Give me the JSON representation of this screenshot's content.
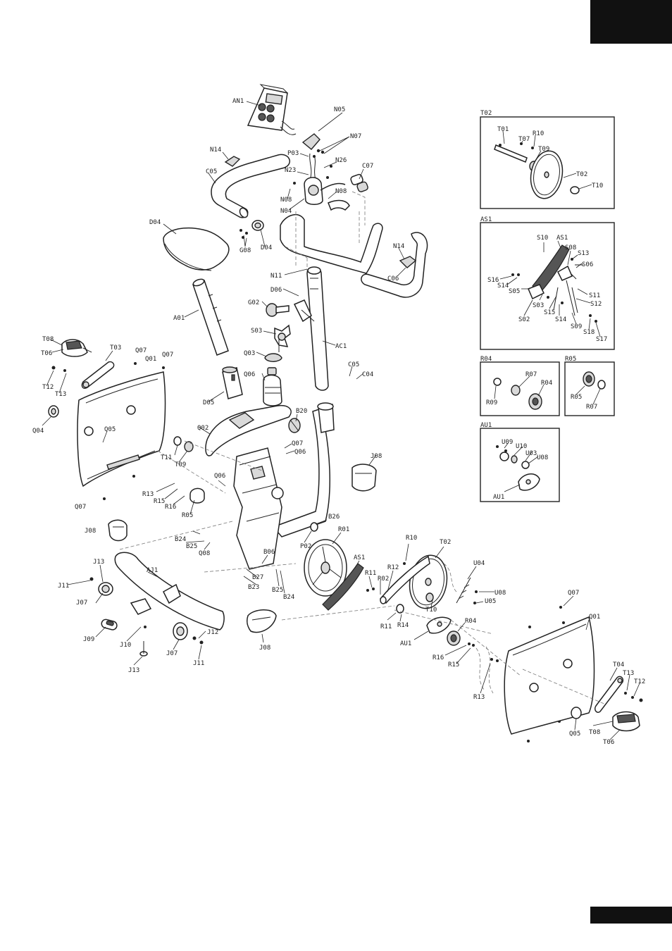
{
  "insets": {
    "t02": "T02",
    "as1": "AS1",
    "r04": "R04",
    "r05": "R05",
    "au1": "AU1"
  },
  "labels": {
    "an1": "AN1",
    "n05": "N05",
    "n07": "N07",
    "p03": "P03",
    "n26": "N26",
    "n23": "N23",
    "c07": "C07",
    "n14a": "N14",
    "c05a": "C05",
    "n08a": "N08",
    "n08b": "N08",
    "n04": "N04",
    "d04": "D04",
    "g08": "G08",
    "d04b": "D04",
    "n14b": "N14",
    "c06": "C06",
    "n11": "N11",
    "d06": "D06",
    "a01": "A01",
    "g02": "G02",
    "s03": "S03",
    "ac1": "AC1",
    "t08": "T08",
    "t06": "T06",
    "t03": "T03",
    "q07a": "Q07",
    "q07b": "Q07",
    "q01a": "Q01",
    "t12a": "T12",
    "t13a": "T13",
    "q03": "Q03",
    "q06": "Q06",
    "c05b": "C05",
    "c04": "C04",
    "q04": "Q04",
    "q05a": "Q05",
    "d05": "D05",
    "b20": "B20",
    "q02": "Q02",
    "q07c": "Q07",
    "q06b": "Q06",
    "t11": "T11",
    "t09": "T09",
    "j08a": "J08",
    "q06c": "Q06",
    "r13a": "R13",
    "r15a": "R15",
    "r16a": "R16",
    "r05": "R05",
    "q07d": "Q07",
    "b26": "B26",
    "j08b": "J08",
    "b24a": "B24",
    "b25a": "B25",
    "p02": "P02",
    "r01": "R01",
    "q08": "Q08",
    "r10": "R10",
    "t02": "T02",
    "as1": "AS1",
    "b06": "B06",
    "j13a": "J13",
    "aj1": "AJ1",
    "b27": "B27",
    "b23": "B23",
    "r11a": "R11",
    "r12": "R12",
    "u04": "U04",
    "j11a": "J11",
    "r02": "R02",
    "u08": "U08",
    "u05": "U05",
    "b25b": "B25",
    "b24b": "B24",
    "t10": "T10",
    "j07a": "J07",
    "r11b": "R11",
    "r14": "R14",
    "q07e": "Q07",
    "j09": "J09",
    "j10": "J10",
    "j12": "J12",
    "au1": "AU1",
    "r04": "R04",
    "q01b": "Q01",
    "j07b": "J07",
    "j08c": "J08",
    "r16b": "R16",
    "r15b": "R15",
    "j13b": "J13",
    "j11b": "J11",
    "r13b": "R13",
    "t04": "T04",
    "t13b": "T13",
    "t12b": "T12",
    "q05b": "Q05",
    "t08b": "T08",
    "t06b": "T06"
  },
  "inset_labels": {
    "t01": "T01",
    "t07": "T07",
    "r10": "R10",
    "t09": "T09",
    "t02": "T02",
    "t10": "T10",
    "s10": "S10",
    "as1": "AS1",
    "s08": "S08",
    "s13": "S13",
    "s06": "S06",
    "s16": "S16",
    "s14a": "S14",
    "s05": "S05",
    "s11": "S11",
    "s03": "S03",
    "s12": "S12",
    "s02": "S02",
    "s15": "S15",
    "s14b": "S14",
    "s09": "S09",
    "s18": "S18",
    "s17": "S17",
    "r07a": "R07",
    "r04": "R04",
    "r09": "R09",
    "r05": "R05",
    "r07b": "R07",
    "u09": "U09",
    "u10": "U10",
    "u03": "U03",
    "u08": "U08",
    "au1": "AU1"
  }
}
